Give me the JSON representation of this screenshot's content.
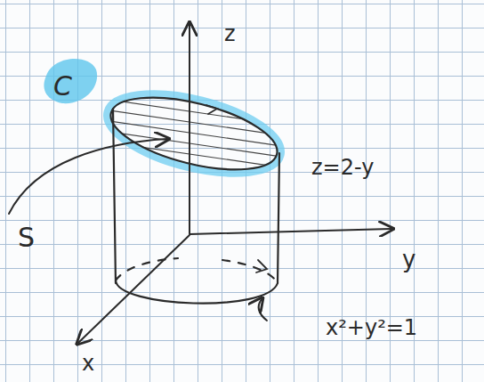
{
  "diagram": {
    "labels": [
      "C",
      "z",
      "z=2-y",
      "S",
      "y",
      "x²+y²=1",
      "x"
    ]
  }
}
